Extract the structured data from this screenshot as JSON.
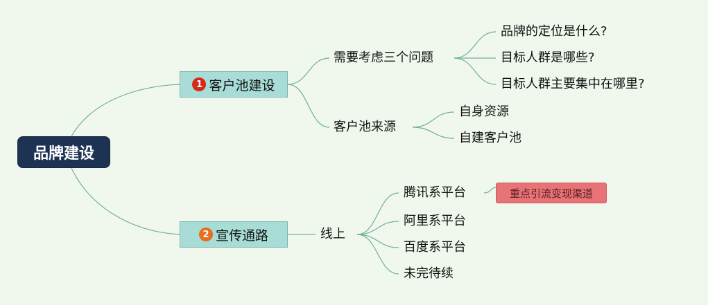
{
  "root": {
    "label": "品牌建设"
  },
  "branch1": {
    "badge": "1",
    "badge_color": "#d42a1c",
    "label": "客户池建设",
    "children": [
      {
        "label": "需要考虑三个问题",
        "children": [
          "品牌的定位是什么?",
          "目标人群是哪些?",
          "目标人群主要集中在哪里?"
        ]
      },
      {
        "label": "客户池来源",
        "children": [
          "自身资源",
          "自建客户池"
        ]
      }
    ]
  },
  "branch2": {
    "badge": "2",
    "badge_color": "#e66e1e",
    "label": "宣传通路",
    "children": [
      {
        "label": "线上",
        "children": [
          "腾讯系平台",
          "阿里系平台",
          "百度系平台",
          "未完待续"
        ]
      }
    ]
  },
  "callout": {
    "label": "重点引流变现渠道",
    "attached_to": "腾讯系平台"
  },
  "colors": {
    "background": "#f0f8ee",
    "link": "#6fae9a",
    "root_fill": "#1e3354",
    "branch_fill": "#a8dcd6",
    "callout_fill": "#e87376"
  }
}
